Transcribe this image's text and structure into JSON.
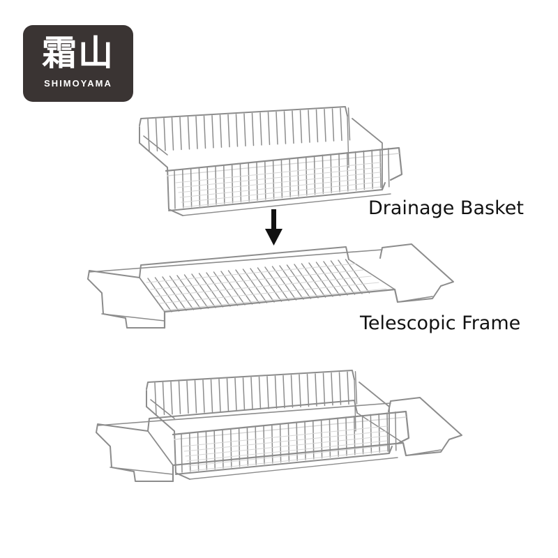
{
  "logo": {
    "cjk": "霜山",
    "latin": "SHIMOYAMA",
    "background": "#3a3433",
    "text_color": "#ffffff"
  },
  "labels": {
    "drainage_basket": "Drainage Basket",
    "telescopic_frame": "Telescopic Frame"
  },
  "colors": {
    "wire_dark": "#8c8c8c",
    "wire_light": "#d6d6d6",
    "arrow": "#111111"
  },
  "icons": {
    "arrow": "down-arrow-icon"
  }
}
